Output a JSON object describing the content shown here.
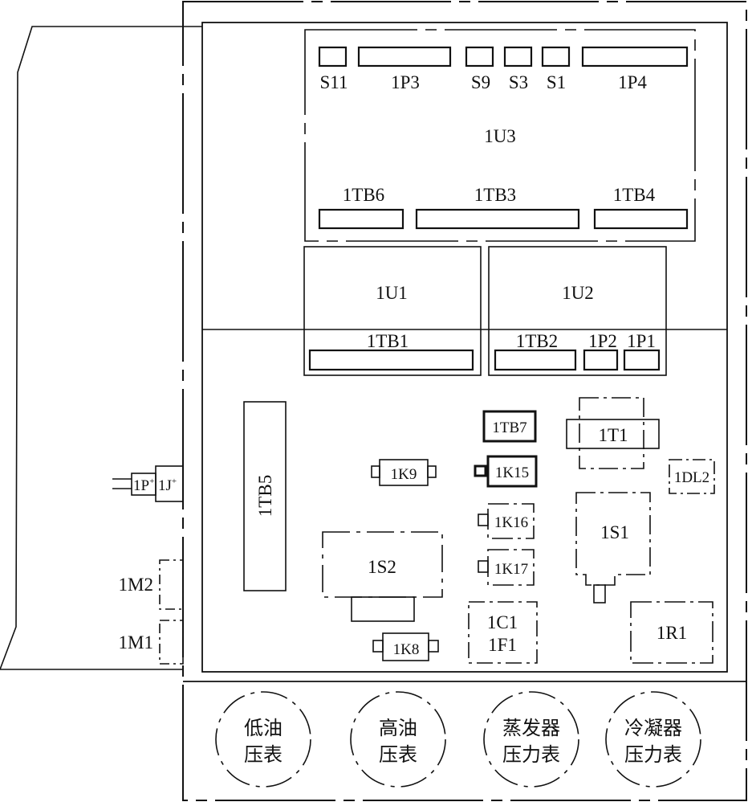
{
  "top_module": {
    "label": "1U3",
    "switches": [
      "S11",
      "S9",
      "S3",
      "S1"
    ],
    "plugs": [
      "1P3",
      "1P4"
    ],
    "terminals": [
      "1TB6",
      "1TB3",
      "1TB4"
    ]
  },
  "boards": [
    {
      "label": "1U1",
      "terminals": [
        "1TB1"
      ]
    },
    {
      "label": "1U2",
      "terminals": [
        "1TB2",
        "1P2",
        "1P1"
      ]
    }
  ],
  "components": {
    "terminal_5": "1TB5",
    "terminal_7": "1TB7",
    "relays": [
      "1K9",
      "1K15",
      "1K16",
      "1K17",
      "1K8"
    ],
    "transformer": "1T1",
    "indicator": "1DL2",
    "switch_1": "1S1",
    "switch_2": "1S2",
    "capacitor": "1C1",
    "fuse": "1F1",
    "resistor": "1R1"
  },
  "side_parts": {
    "plug": "1P",
    "plug_sup": "+",
    "jack": "1J",
    "jack_sup": "+",
    "motors": [
      "1M2",
      "1M1"
    ]
  },
  "gauges": [
    {
      "line1": "低油",
      "line2": "压表"
    },
    {
      "line1": "高油",
      "line2": "压表"
    },
    {
      "line1": "蒸发器",
      "line2": "压力表"
    },
    {
      "line1": "冷凝器",
      "line2": "压力表"
    }
  ],
  "colors": {
    "line": "#111111",
    "background": "#ffffff"
  }
}
